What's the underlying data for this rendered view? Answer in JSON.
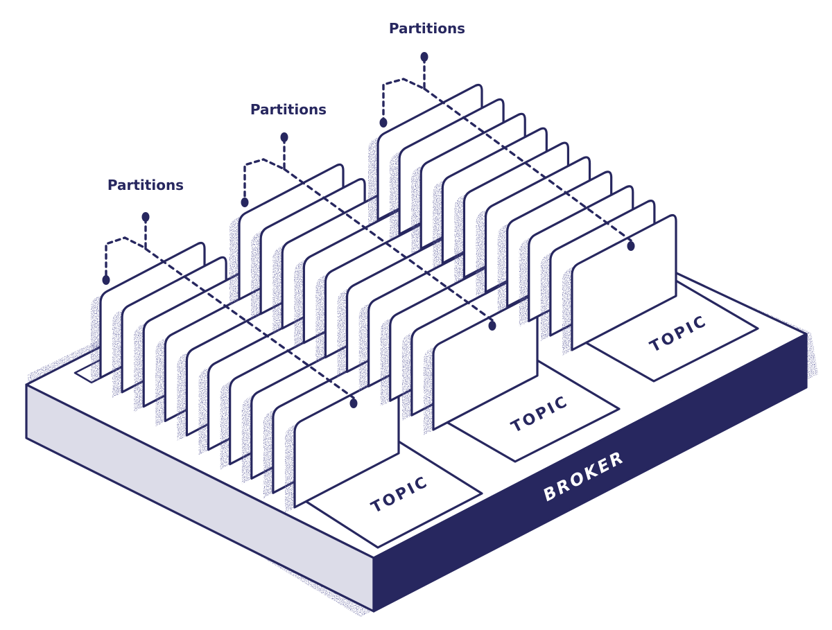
{
  "labels": {
    "partitions": [
      "Partitions",
      "Partitions",
      "Partitions"
    ],
    "topics": [
      "TOPIC",
      "TOPIC",
      "TOPIC"
    ],
    "broker": "BROKER"
  },
  "topics": [
    {
      "partition_count": 10
    },
    {
      "partition_count": 10
    },
    {
      "partition_count": 10
    }
  ],
  "colors": {
    "ink": "#27275f",
    "paper": "#ffffff",
    "side": "#dcdce8",
    "speckle": "#5a5a8c"
  }
}
